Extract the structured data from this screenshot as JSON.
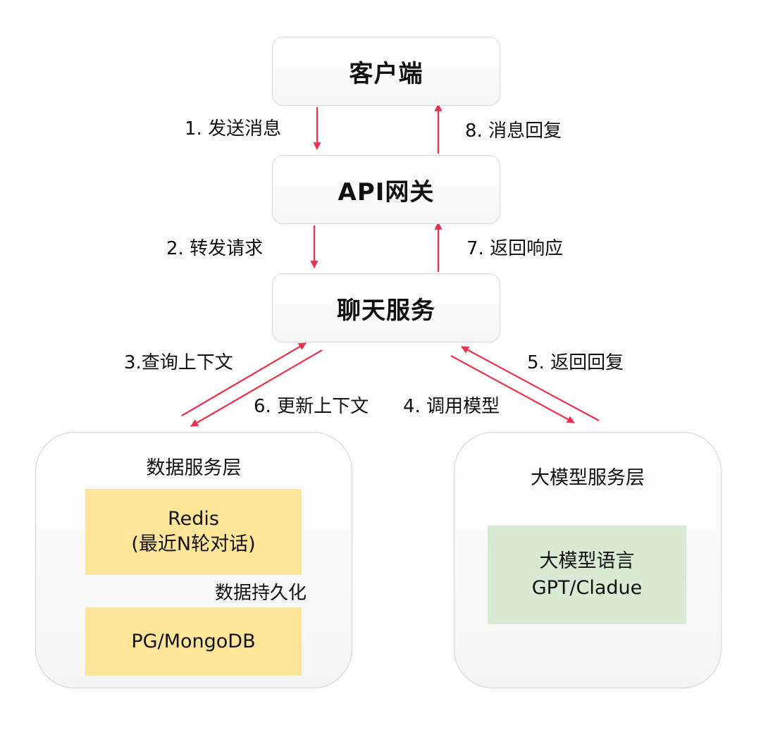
{
  "nodes": {
    "client": "客户端",
    "gateway": "API网关",
    "chat_service": "聊天服务"
  },
  "edges": {
    "send_message": "1. 发送消息",
    "forward_request": "2. 转发请求",
    "query_context": "3.查询上下文",
    "call_model": "4. 调用模型",
    "return_reply": "5. 返回回复",
    "update_context": "6. 更新上下文",
    "return_response": "7. 返回响应",
    "message_reply": "8. 消息回复",
    "persist": "数据持久化"
  },
  "data_layer": {
    "title": "数据服务层",
    "redis_name": "Redis",
    "redis_desc": "(最近N轮对话)",
    "db": "PG/MongoDB"
  },
  "model_layer": {
    "title": "大模型服务层",
    "box_line1": "大模型语言",
    "box_line2": "GPT/Cladue"
  },
  "colors": {
    "arrow": "#e8334f",
    "storage_fill": "#ffe599",
    "model_fill": "#d9ead3"
  }
}
